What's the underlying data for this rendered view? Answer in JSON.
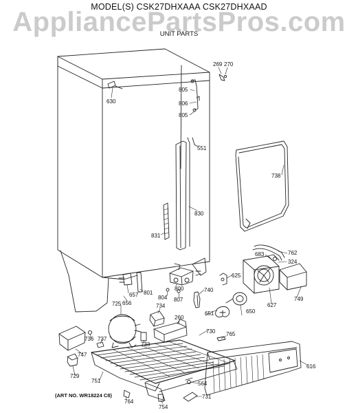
{
  "header": {
    "model": "MODEL(S) CSK27DHXAAA  CSK27DHXAAD",
    "section": "UNIT PARTS",
    "watermark": "AppliancePartsPros.com"
  },
  "art_number": "(ART NO. WR18224 C8)",
  "callouts": [
    "269",
    "270",
    "805",
    "806",
    "805",
    "630",
    "551",
    "738",
    "830",
    "831",
    "762",
    "683",
    "324",
    "625",
    "801",
    "657",
    "656",
    "800",
    "804",
    "807",
    "740",
    "627",
    "749",
    "725",
    "734",
    "651",
    "650",
    "260",
    "765",
    "736",
    "737",
    "733",
    "730",
    "747",
    "616",
    "729",
    "751",
    "564",
    "764",
    "754",
    "731"
  ]
}
